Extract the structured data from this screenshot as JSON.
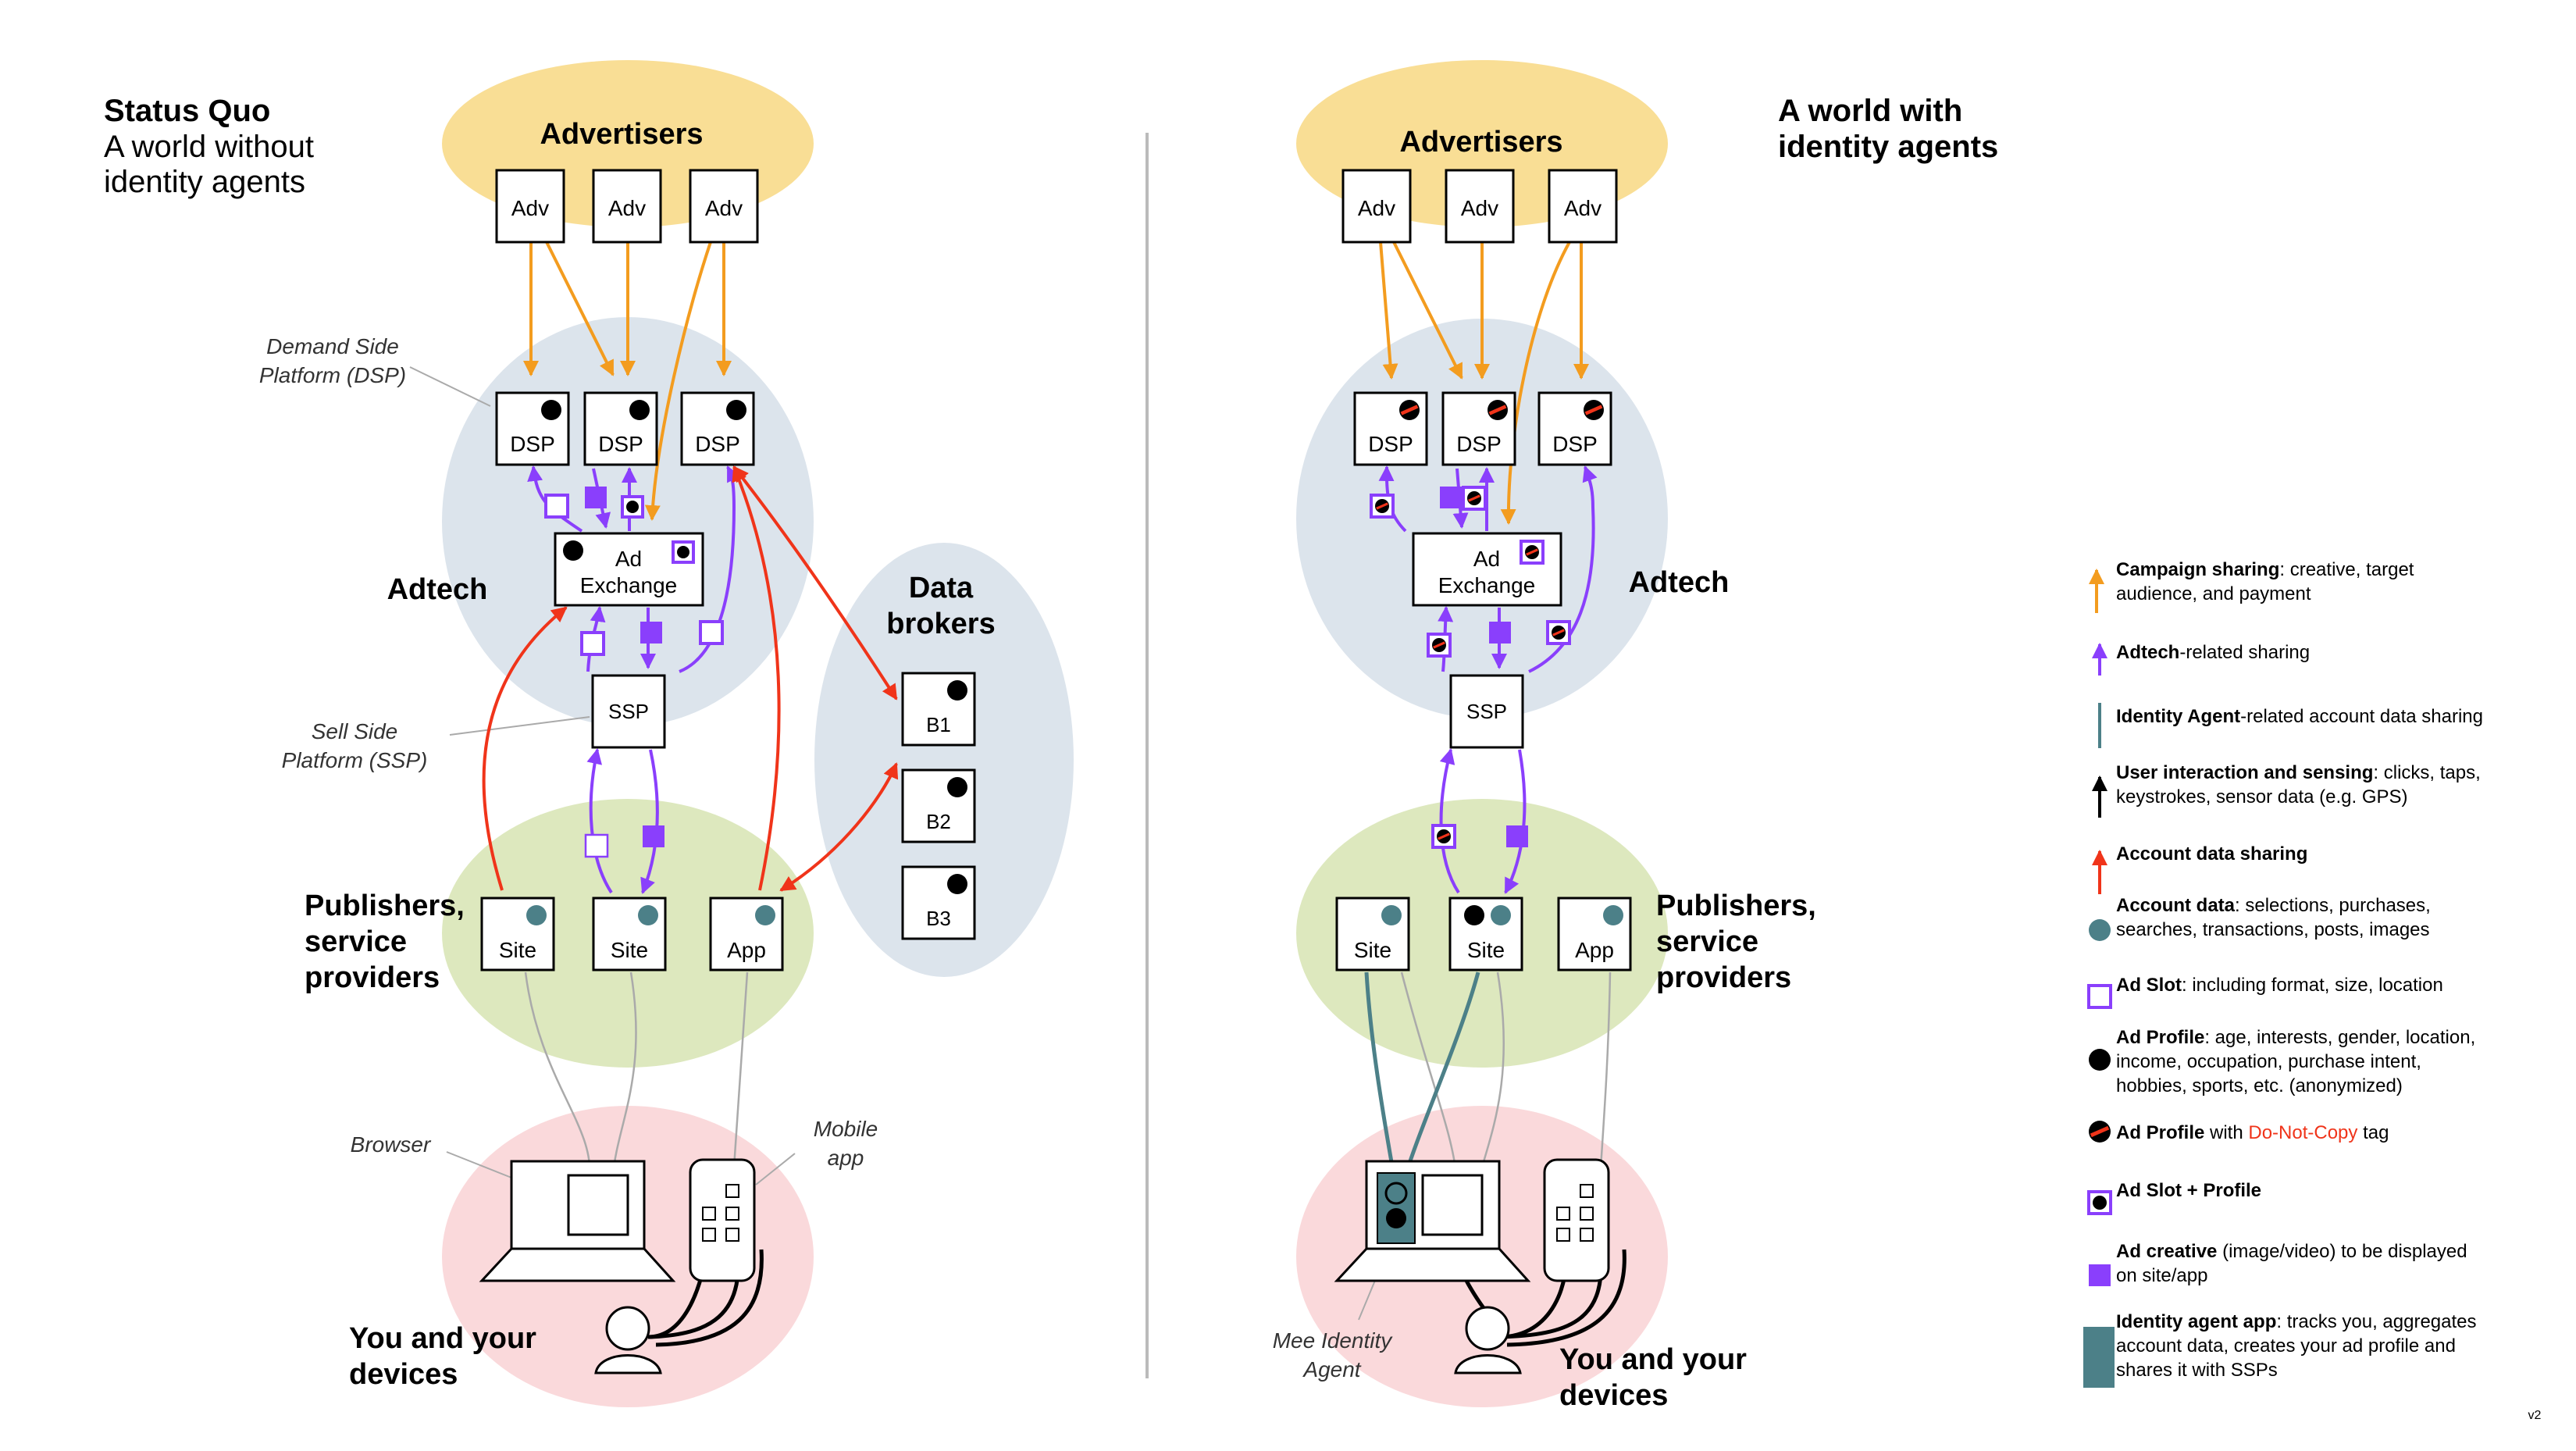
{
  "left": {
    "title_bold": "Status Quo",
    "title_lines": [
      "A world without",
      "identity agents"
    ],
    "advertisers": "Advertisers",
    "adv_labels": [
      "Adv",
      "Adv",
      "Adv"
    ],
    "dsp_labels": [
      "DSP",
      "DSP",
      "DSP"
    ],
    "dsp_annotation": [
      "Demand Side",
      "Platform (DSP)"
    ],
    "exchange_lines": [
      "Ad",
      "Exchange"
    ],
    "adtech": "Adtech",
    "ssp": "SSP",
    "ssp_annotation": [
      "Sell Side",
      "Platform (SSP)"
    ],
    "data_brokers": [
      "Data",
      "brokers"
    ],
    "brokers": [
      "B1",
      "B2",
      "B3"
    ],
    "publishers": [
      "Publishers,",
      "service",
      "providers"
    ],
    "pub_labels": [
      "Site",
      "Site",
      "App"
    ],
    "browser": "Browser",
    "mobile_app": [
      "Mobile",
      "app"
    ],
    "you": [
      "You and your",
      "devices"
    ]
  },
  "right": {
    "title_lines": [
      "A world with",
      "identity agents"
    ],
    "advertisers": "Advertisers",
    "adv_labels": [
      "Adv",
      "Adv",
      "Adv"
    ],
    "dsp_labels": [
      "DSP",
      "DSP",
      "DSP"
    ],
    "exchange_lines": [
      "Ad",
      "Exchange"
    ],
    "adtech": "Adtech",
    "ssp": "SSP",
    "publishers": [
      "Publishers,",
      "service",
      "providers"
    ],
    "pub_labels": [
      "Site",
      "Site",
      "App"
    ],
    "agent_annotation": [
      "Mee Identity",
      "Agent"
    ],
    "you": [
      "You and your",
      "devices"
    ]
  },
  "legend": [
    {
      "icon": "orange-arrow-icon",
      "bold": "Campaign sharing",
      "text": ": creative, target",
      "lines": [
        "audience, and payment"
      ]
    },
    {
      "icon": "purple-arrow-icon",
      "bold": "Adtech",
      "text": "-related sharing",
      "lines": []
    },
    {
      "icon": "teal-line-icon",
      "bold": "Identity Agent",
      "text": "-related account data sharing",
      "lines": []
    },
    {
      "icon": "black-arrow-icon",
      "bold": "User interaction and sensing",
      "text": ": clicks, taps,",
      "lines": [
        "keystrokes, sensor data (e.g. GPS)"
      ]
    },
    {
      "icon": "red-arrow-icon",
      "bold": "Account data sharing",
      "text": "",
      "lines": []
    },
    {
      "icon": "teal-dot-icon",
      "bold": "Account data",
      "text": ": selections, purchases,",
      "lines": [
        "searches, transactions, posts, images"
      ]
    },
    {
      "icon": "ad-slot-icon",
      "bold": "Ad Slot",
      "text": ": including format, size, location",
      "lines": []
    },
    {
      "icon": "black-dot-icon",
      "bold": "Ad Profile",
      "text": ": age, interests, gender, location,",
      "lines": [
        "income, occupation, purchase intent,",
        "hobbies, sports, etc. (anonymized)"
      ]
    },
    {
      "icon": "do-not-copy-icon",
      "bold": "Ad Profile",
      "text": " with ",
      "red": "Do-Not-Copy",
      "tail": " tag",
      "lines": []
    },
    {
      "icon": "slot-profile-icon",
      "bold": "Ad Slot + Profile",
      "text": "",
      "lines": []
    },
    {
      "icon": "ad-creative-icon",
      "bold": "Ad creative",
      "text": " (image/video) to be displayed",
      "lines": [
        "on site/app"
      ]
    },
    {
      "icon": "agent-app-icon",
      "bold": "Identity agent app",
      "text": ": tracks you, aggregates",
      "lines": [
        "account data, creates your ad profile and",
        "shares it with SSPs"
      ]
    }
  ],
  "version": "v2",
  "colors": {
    "orange": "#F39C1F",
    "purple": "#8A3FFC",
    "red": "#F0341A",
    "teal": "#4C8088",
    "advertisers_bg": "#F9DE95",
    "adtech_bg": "#DCE4EC",
    "publishers_bg": "#DDE8BE",
    "you_bg": "#FAD9DB"
  }
}
